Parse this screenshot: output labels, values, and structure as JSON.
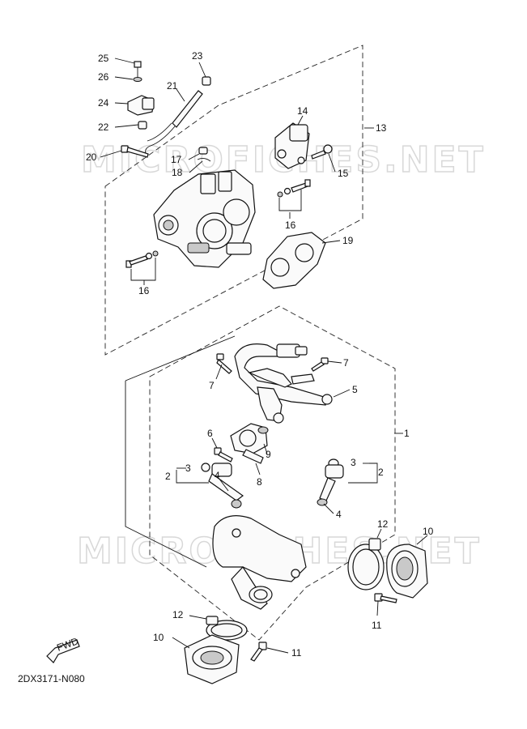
{
  "diagram_code": "2DX3171-N080",
  "watermark_text": "MICROFICHES.NET",
  "fwd_label": "FWD",
  "callouts": [
    "25",
    "26",
    "24",
    "22",
    "23",
    "21",
    "20",
    "17",
    "18",
    "14",
    "15",
    "13",
    "16",
    "16",
    "19",
    "7",
    "7",
    "5",
    "1",
    "6",
    "9",
    "8",
    "3",
    "2",
    "4",
    "3",
    "2",
    "4",
    "12",
    "10",
    "11",
    "12",
    "10",
    "11"
  ]
}
